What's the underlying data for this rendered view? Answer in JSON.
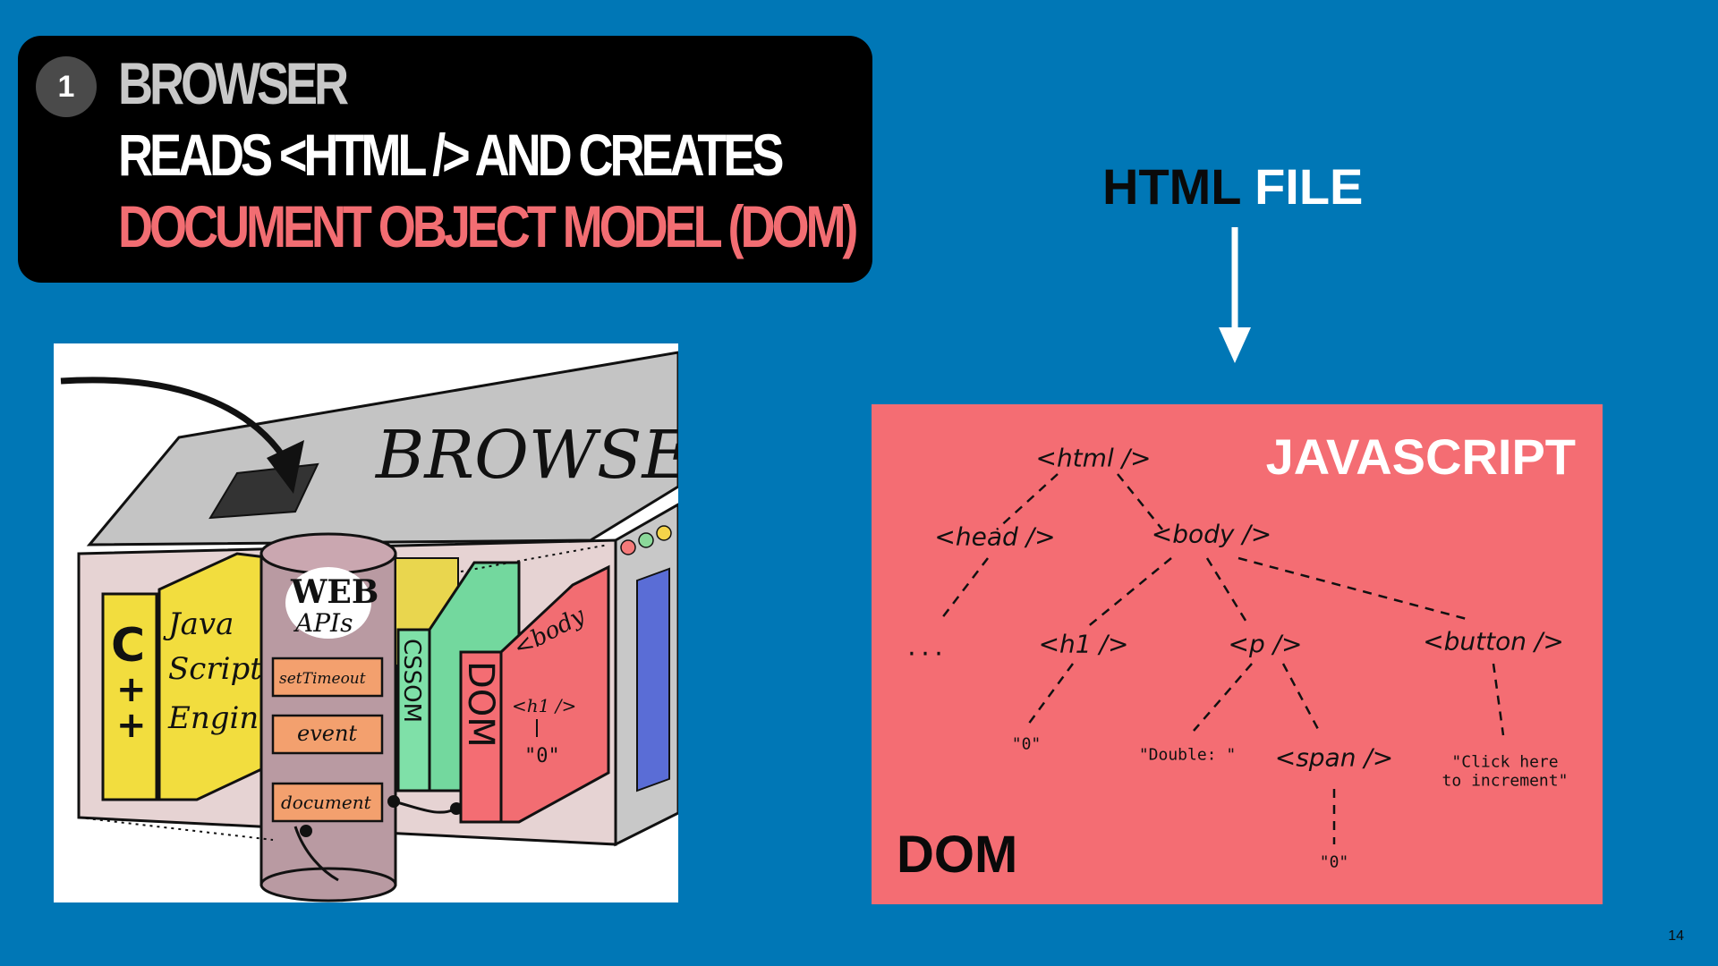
{
  "title_box": {
    "step": "1",
    "line1": "BROWSER",
    "line2": "READS <HTML /> AND CREATES",
    "line3": "DOCUMENT OBJECT MODEL (DOM)"
  },
  "sketch": {
    "browser": "BROWSER",
    "cpp": [
      "C",
      "+",
      "+"
    ],
    "js_engine": [
      "Java",
      "Script",
      "Engine"
    ],
    "web_apis": [
      "WEB",
      "APIs"
    ],
    "api_items": [
      "setTimeout",
      "event",
      "document"
    ],
    "css_dom": "CSSOM",
    "dom": "DOM",
    "body_tag": "<body",
    "h1_tag": "<h1 />",
    "zero": "\"0\""
  },
  "html_file": {
    "part1": "HTML",
    "part2": "FILE"
  },
  "dom_panel": {
    "javascript": "JAVASCRIPT",
    "dom": "DOM",
    "nodes": {
      "html": "<html />",
      "head": "<head />",
      "body": "<body />",
      "ellipsis": "...",
      "h1": "<h1 />",
      "p": "<p />",
      "button": "<button />",
      "h1_text": "\"0\"",
      "double": "\"Double: \"",
      "span": "<span />",
      "click1": "\"Click here",
      "click2": "to increment\"",
      "span_text": "\"0\""
    }
  },
  "page_number": "14",
  "colors": {
    "background": "#0077b6",
    "panel": "#f46d73",
    "accent_red": "#f26d72"
  }
}
